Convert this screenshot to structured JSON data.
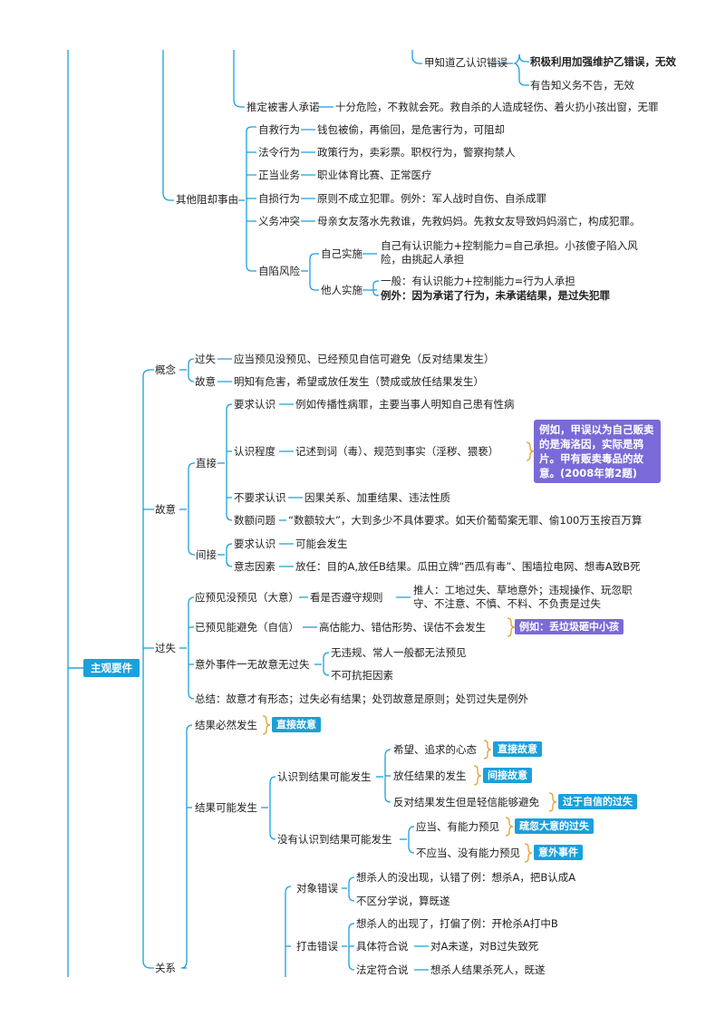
{
  "root": "主观要件",
  "colors": {
    "line": "#1aa0dc",
    "tag_blue": "#1aa0dc",
    "tag_purple": "#7a6ad8",
    "brace": "#e0a030"
  },
  "top": {
    "jia_knows": "甲知道乙认识错误",
    "jia_a": "积极利用加强维护乙错误，无效",
    "jia_b": "有告知义务不告，无效",
    "tuiding": "推定被害人承诺",
    "tuiding_desc": "十分危险，不救就会死。救自杀的人造成轻伤、着火扔小孩出窗，无罪",
    "other": "其他阻却事由",
    "items": [
      {
        "label": "自救行为",
        "desc": "钱包被偷，再偷回，是危害行为，可阻却"
      },
      {
        "label": "法令行为",
        "desc": "政策行为，卖彩票。职权行为，警察拘禁人"
      },
      {
        "label": "正当业务",
        "desc": "职业体育比赛、正常医疗"
      },
      {
        "label": "自损行为",
        "desc": "原则不成立犯罪。例外：军人战时自伤、自杀成罪"
      },
      {
        "label": "义务冲突",
        "desc": "母亲女友落水先救谁，先救妈妈。先救女友导致妈妈溺亡，构成犯罪。"
      }
    ],
    "risk": "自陷风险",
    "self": "自己实施",
    "self_desc": "自己有认识能力+控制能力=自己承担。小孩傻子陷入风险，由挑起人承担",
    "other_do": "他人实施",
    "other_a": "一般：有认识能力+控制能力=行为人承担",
    "other_b": "例外：因为承诺了行为，未承诺结果，是过失犯罪"
  },
  "concept": {
    "label": "概念",
    "guoshi": "过失",
    "guoshi_desc": "应当预见没预见、已经预见自信可避免（反对结果发生）",
    "guyi": "故意",
    "guyi_desc": "明知有危害，希望或放任发生（赞成或放任结果发生）"
  },
  "guyi": {
    "label": "故意",
    "zhijie": "直接",
    "req": "要求认识",
    "req_desc": "例如传播性病罪，主要当事人明知自己患有性病",
    "degree": "认识程度",
    "degree_desc": "记述到词（毒）、规范到事实（淫秽、猥亵）",
    "degree_note": "例如，甲误以为自己贩卖的是海洛因，实际是鸦片。甲有贩卖毒品的故意。(2008年第2题)",
    "noreq": "不要求认识",
    "noreq_desc": "因果关系、加重结果、违法性质",
    "amount": "数额问题",
    "amount_desc": "“数额较大”，大到多少不具体要求。如天价葡萄案无罪、偷100万玉按百万算",
    "jianjie": "间接",
    "jj_req": "要求认识",
    "jj_req_desc": "可能会发生",
    "will": "意志因素",
    "will_desc": "放任：目的A,放任B结果。瓜田立牌“西瓜有毒”、围墙拉电网、想毒A致B死"
  },
  "guoshi": {
    "label": "过失",
    "a": "应预见没预见（大意）",
    "a_mid": "看是否遵守规则",
    "a_desc": "推人：工地过失、草地意外；违规操作、玩忽职守、不注意、不慎、不料、不负责是过失",
    "b": "已预见能避免（自信）",
    "b_desc": "高估能力、错估形势、误估不会发生",
    "b_tag": "例如：丢垃圾砸中小孩",
    "c": "意外事件一无故意无过失",
    "c1": "无违规、常人一般都无法预见",
    "c2": "不可抗拒因素",
    "summary": "总结：故意才有形态；过失必有结果；处罚故意是原则；处罚过失是例外"
  },
  "rel": {
    "label": "关系",
    "must": "结果必然发生",
    "must_tag": "直接故意",
    "maybe": "结果可能发生",
    "aware": "认识到结果可能发生",
    "aw1": "希望、追求的心态",
    "aw1_tag": "直接故意",
    "aw2": "放任结果的发生",
    "aw2_tag": "间接故意",
    "aw3": "反对结果发生但是轻信能够避免",
    "aw3_tag": "过于自信的过失",
    "unaware": "没有认识到结果可能发生",
    "ua1": "应当、有能力预见",
    "ua1_tag": "疏忽大意的过失",
    "ua2": "不应当、没有能力预见",
    "ua2_tag": "意外事件",
    "obj": "对象错误",
    "obj1": "想杀人的没出现，认错了例：想杀A，把B认成A",
    "obj2": "不区分学说，算既遂",
    "hit": "打击错误",
    "hit1": "想杀人的出现了，打偏了例：开枪杀A打中B",
    "hit2": "具体符合说",
    "hit2_desc": "对A未遂，对B过失致死",
    "hit3": "法定符合说",
    "hit3_desc": "想杀人结果杀死人，既遂"
  }
}
